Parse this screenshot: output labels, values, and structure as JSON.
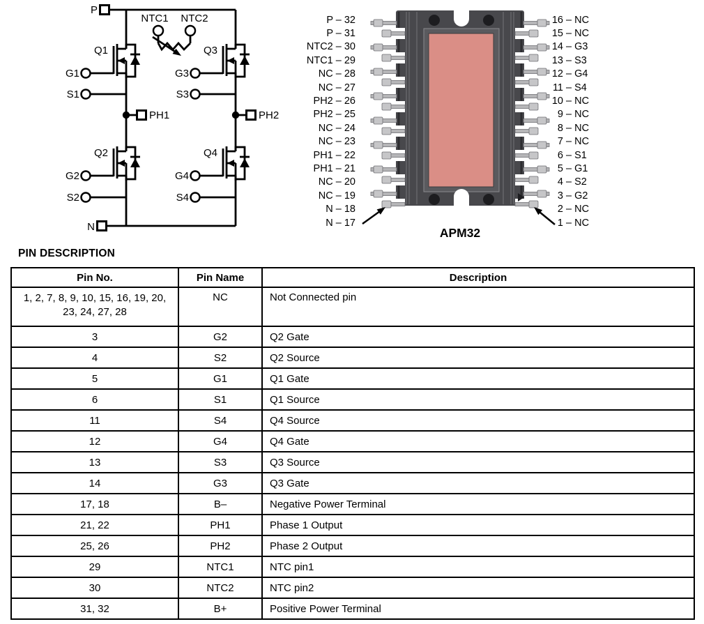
{
  "schematic": {
    "labels": {
      "p": "P",
      "n": "N",
      "ph1": "PH1",
      "ph2": "PH2",
      "ntc1": "NTC1",
      "ntc2": "NTC2",
      "q1": "Q1",
      "q2": "Q2",
      "q3": "Q3",
      "q4": "Q4",
      "g1": "G1",
      "g2": "G2",
      "g3": "G3",
      "g4": "G4",
      "s1": "S1",
      "s2": "S2",
      "s3": "S3",
      "s4": "S4"
    }
  },
  "package": {
    "name": "APM32",
    "left_pins": [
      "P – 32",
      "P – 31",
      "NTC2 – 30",
      "NTC1 – 29",
      "NC – 28",
      "NC – 27",
      "PH2 – 26",
      "PH2 – 25",
      "NC – 24",
      "NC – 23",
      "PH1 – 22",
      "PH1 – 21",
      "NC – 20",
      "NC – 19",
      "N – 18",
      "N – 17"
    ],
    "right_pins": [
      "16 – NC",
      "15 – NC",
      "14 – G3",
      "13 – S3",
      "12 – G4",
      "11 – S4",
      "10 – NC",
      "9 – NC",
      "8 – NC",
      "7 – NC",
      "6 – S1",
      "5 – G1",
      "4 – S2",
      "3 – G2",
      "2 – NC",
      "1 – NC"
    ]
  },
  "table": {
    "title": "PIN DESCRIPTION",
    "headers": [
      "Pin No.",
      "Pin Name",
      "Description"
    ],
    "rows": [
      {
        "pin_no": "1, 2, 7, 8, 9, 10, 15, 16, 19, 20, 23, 24, 27, 28",
        "pin_name": "NC",
        "description": "Not Connected pin"
      },
      {
        "pin_no": "3",
        "pin_name": "G2",
        "description": "Q2 Gate"
      },
      {
        "pin_no": "4",
        "pin_name": "S2",
        "description": "Q2 Source"
      },
      {
        "pin_no": "5",
        "pin_name": "G1",
        "description": "Q1 Gate"
      },
      {
        "pin_no": "6",
        "pin_name": "S1",
        "description": "Q1 Source"
      },
      {
        "pin_no": "11",
        "pin_name": "S4",
        "description": "Q4 Source"
      },
      {
        "pin_no": "12",
        "pin_name": "G4",
        "description": "Q4 Gate"
      },
      {
        "pin_no": "13",
        "pin_name": "S3",
        "description": "Q3 Source"
      },
      {
        "pin_no": "14",
        "pin_name": "G3",
        "description": "Q3 Gate"
      },
      {
        "pin_no": "17, 18",
        "pin_name": "B–",
        "description": "Negative Power Terminal"
      },
      {
        "pin_no": "21, 22",
        "pin_name": "PH1",
        "description": "Phase 1 Output"
      },
      {
        "pin_no": "25, 26",
        "pin_name": "PH2",
        "description": "Phase 2 Output"
      },
      {
        "pin_no": "29",
        "pin_name": "NTC1",
        "description": "NTC pin1"
      },
      {
        "pin_no": "30",
        "pin_name": "NTC2",
        "description": "NTC pin2"
      },
      {
        "pin_no": "31, 32",
        "pin_name": "B+",
        "description": "Positive Power Terminal"
      }
    ]
  },
  "colors": {
    "package_body": "#48484c",
    "package_body_edge": "#2d2d30",
    "package_frame": "#5a5a5e",
    "package_pad": "#DA8E86",
    "pin_metal": "#B6B6B8",
    "pin_metal_light": "#C6C6C8",
    "hole": "#1d1d20"
  }
}
